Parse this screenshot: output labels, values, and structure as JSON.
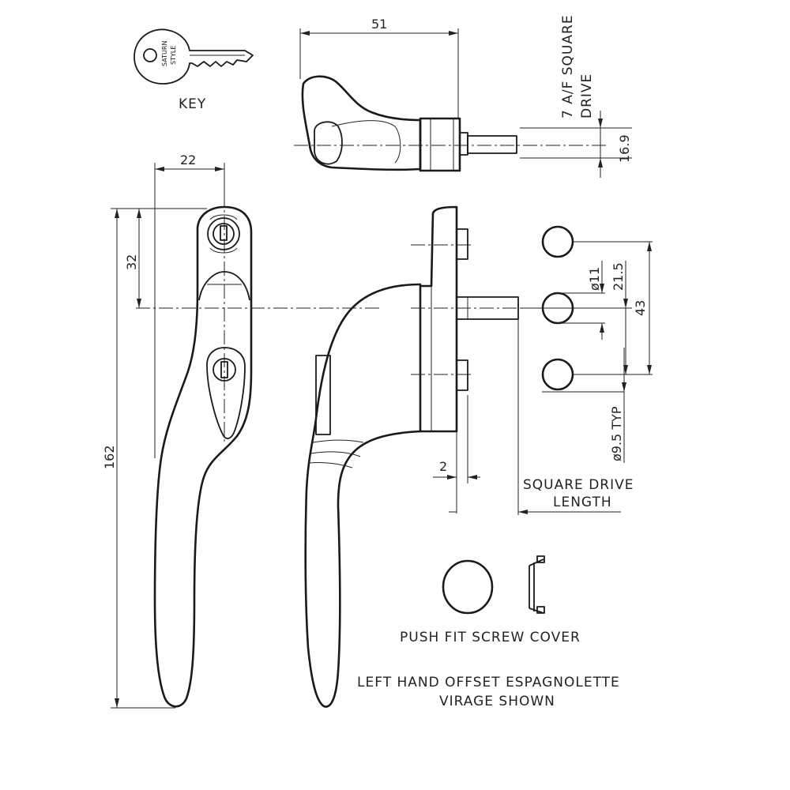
{
  "labels": {
    "key": "KEY",
    "key_stamp_1": "SATURN",
    "key_stamp_2": "STYLE",
    "screw_cover": "PUSH FIT SCREW COVER",
    "caption_line1": "LEFT HAND OFFSET ESPAGNOLETTE",
    "caption_line2": "VIRAGE SHOWN",
    "square_drive_line1": "SQUARE DRIVE",
    "square_drive_line2": "LENGTH",
    "spindle_line1": "7 A/F SQUARE",
    "spindle_line2": "DRIVE"
  },
  "dimensions": {
    "top_width": "51",
    "spindle_height": "16.9",
    "front_width": "22",
    "front_upper": "32",
    "overall_height": "162",
    "hole_diameter": "ø11",
    "hole_spacing_half": "21.5",
    "hole_spacing": "43",
    "cover_diameter": "ø9.5 TYP",
    "offset": "2"
  }
}
